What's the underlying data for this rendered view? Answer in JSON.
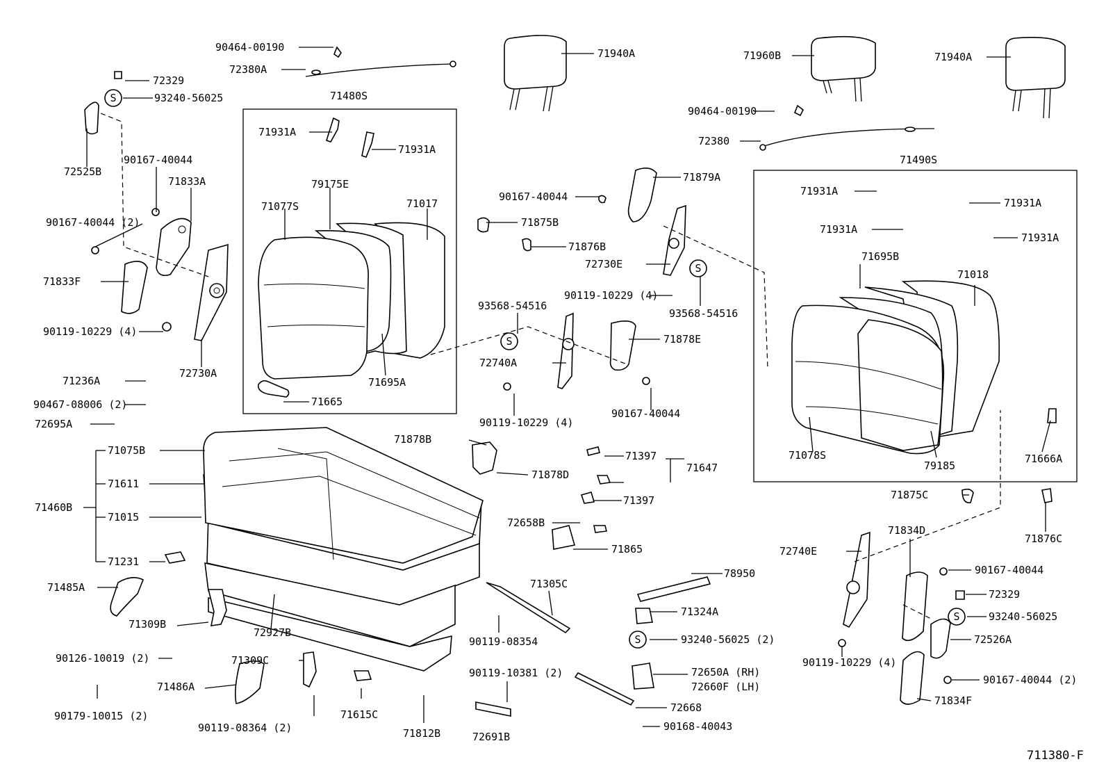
{
  "diagram_code": "711380-F",
  "labels": {
    "l_90464_top": "90464-00190",
    "l_72380A": "72380A",
    "l_71940A_l": "71940A",
    "l_71960B": "71960B",
    "l_71940A_r": "71940A",
    "l_72329_l": "72329",
    "l_93240_l": "93240-56025",
    "l_71480S": "71480S",
    "l_71931A_1": "71931A",
    "l_71931A_2": "71931A",
    "l_90167_a": "90167-40044",
    "l_72525B": "72525B",
    "l_71833A": "71833A",
    "l_79175E": "79175E",
    "l_71077S": "71077S",
    "l_71017": "71017",
    "l_90167_b": "90167-40044 (2)",
    "l_71833F": "71833F",
    "l_90119_l": "90119-10229 (4)",
    "l_72730A": "72730A",
    "l_71695A": "71695A",
    "l_71236A": "71236A",
    "l_90467": "90467-08006 (2)",
    "l_71665": "71665",
    "l_72695A": "72695A",
    "l_90464_r": "90464-00190",
    "l_72380": "72380",
    "l_71879A": "71879A",
    "l_71490S": "71490S",
    "l_90167_c": "90167-40044",
    "l_71875B": "71875B",
    "l_71876B": "71876B",
    "l_72730E": "72730E",
    "l_90119_m": "90119-10229 (4)",
    "l_93568_r": "93568-54516",
    "l_93568_m": "93568-54516",
    "l_72740A": "72740A",
    "l_71878E": "71878E",
    "l_90119_m2": "90119-10229 (4)",
    "l_90167_d": "90167-40044",
    "l_71931A_3": "71931A",
    "l_71931A_4": "71931A",
    "l_71931A_5": "71931A",
    "l_71931A_6": "71931A",
    "l_71695B": "71695B",
    "l_71018": "71018",
    "l_71078S": "71078S",
    "l_79185": "79185",
    "l_71666A": "71666A",
    "l_71878B": "71878B",
    "l_71878D": "71878D",
    "l_71397_a": "71397",
    "l_71647": "71647",
    "l_71397_b": "71397",
    "l_72658B": "72658B",
    "l_71865": "71865",
    "l_71075B": "71075B",
    "l_71611": "71611",
    "l_71460B": "71460B",
    "l_71015": "71015",
    "l_71231": "71231",
    "l_71485A": "71485A",
    "l_71309B": "71309B",
    "l_72927B": "72927B",
    "l_71305C": "71305C",
    "l_90119_08354": "90119-08354",
    "l_78950": "78950",
    "l_71324A": "71324A",
    "l_93240_m": "93240-56025 (2)",
    "l_71875C": "71875C",
    "l_71876C": "71876C",
    "l_71834D": "71834D",
    "l_72740E": "72740E",
    "l_90167_e": "90167-40044",
    "l_72329_r": "72329",
    "l_93240_r": "93240-56025",
    "l_72526A": "72526A",
    "l_90119_r": "90119-10229 (4)",
    "l_90167_f": "90167-40044 (2)",
    "l_71834F": "71834F",
    "l_90126": "90126-10019 (2)",
    "l_71309C": "71309C",
    "l_71486A": "71486A",
    "l_90179": "90179-10015 (2)",
    "l_90119_08364": "90119-08364 (2)",
    "l_71615C": "71615C",
    "l_71812B": "71812B",
    "l_90119_10381": "90119-10381 (2)",
    "l_72691B": "72691B",
    "l_72650A": "72650A (RH)",
    "l_72660F": "72660F (LH)",
    "l_72668": "72668",
    "l_90168": "90168-40043",
    "s_mark": "S"
  }
}
